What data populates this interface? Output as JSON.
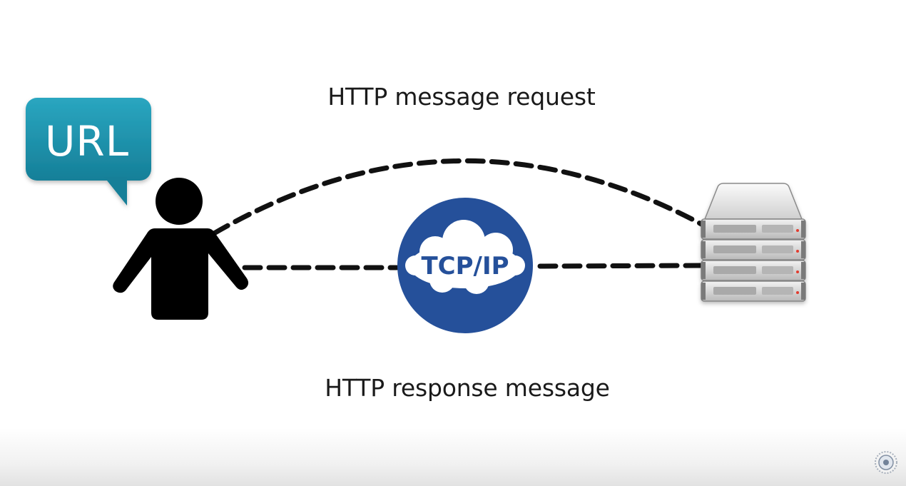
{
  "diagram": {
    "request_label": "HTTP message request",
    "response_label": "HTTP response message",
    "url_bubble_text": "URL",
    "network_label": "TCP/IP"
  },
  "colors": {
    "url_bubble": "#1f97b0",
    "network_circle": "#25509a",
    "person": "#000000",
    "connector": "#111111",
    "server": "#c8c8c8"
  },
  "icons": {
    "user": "person-icon",
    "server": "server-rack-icon",
    "network": "cloud-icon",
    "watermark": "seal-logo-icon"
  }
}
